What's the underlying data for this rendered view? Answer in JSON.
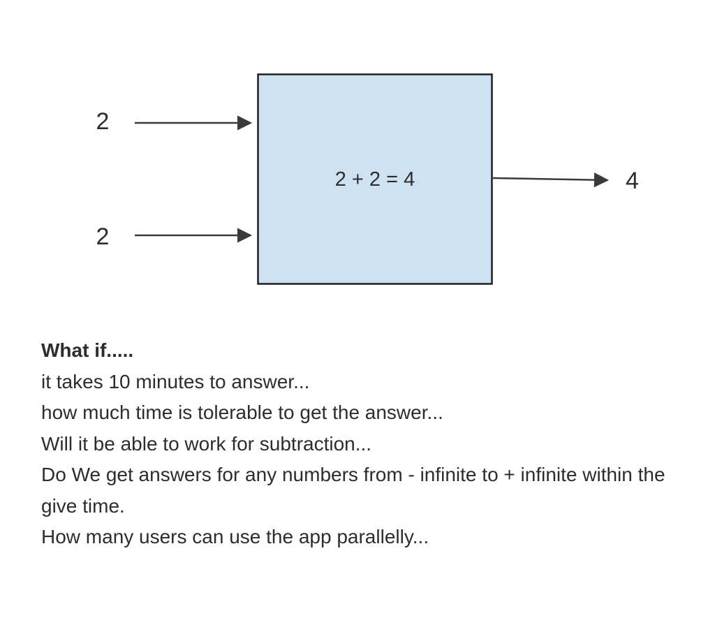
{
  "diagram": {
    "box_label": "2 + 2 = 4",
    "input_top_label": "2",
    "input_bottom_label": "2",
    "output_label": "4",
    "colors": {
      "box_fill": "#cfe2f3",
      "box_border": "#1f1f1f",
      "arrow": "#3a3a3a",
      "text": "#2d2d2d"
    }
  },
  "questions": {
    "heading": "What if.....",
    "lines": [
      "it takes 10 minutes to answer...",
      "how much time is tolerable to get the answer...",
      "Will it be able to work for subtraction...",
      "Do We get answers for any numbers from - infinite to + infinite within the give time.",
      "How many users can use the app parallelly..."
    ]
  }
}
